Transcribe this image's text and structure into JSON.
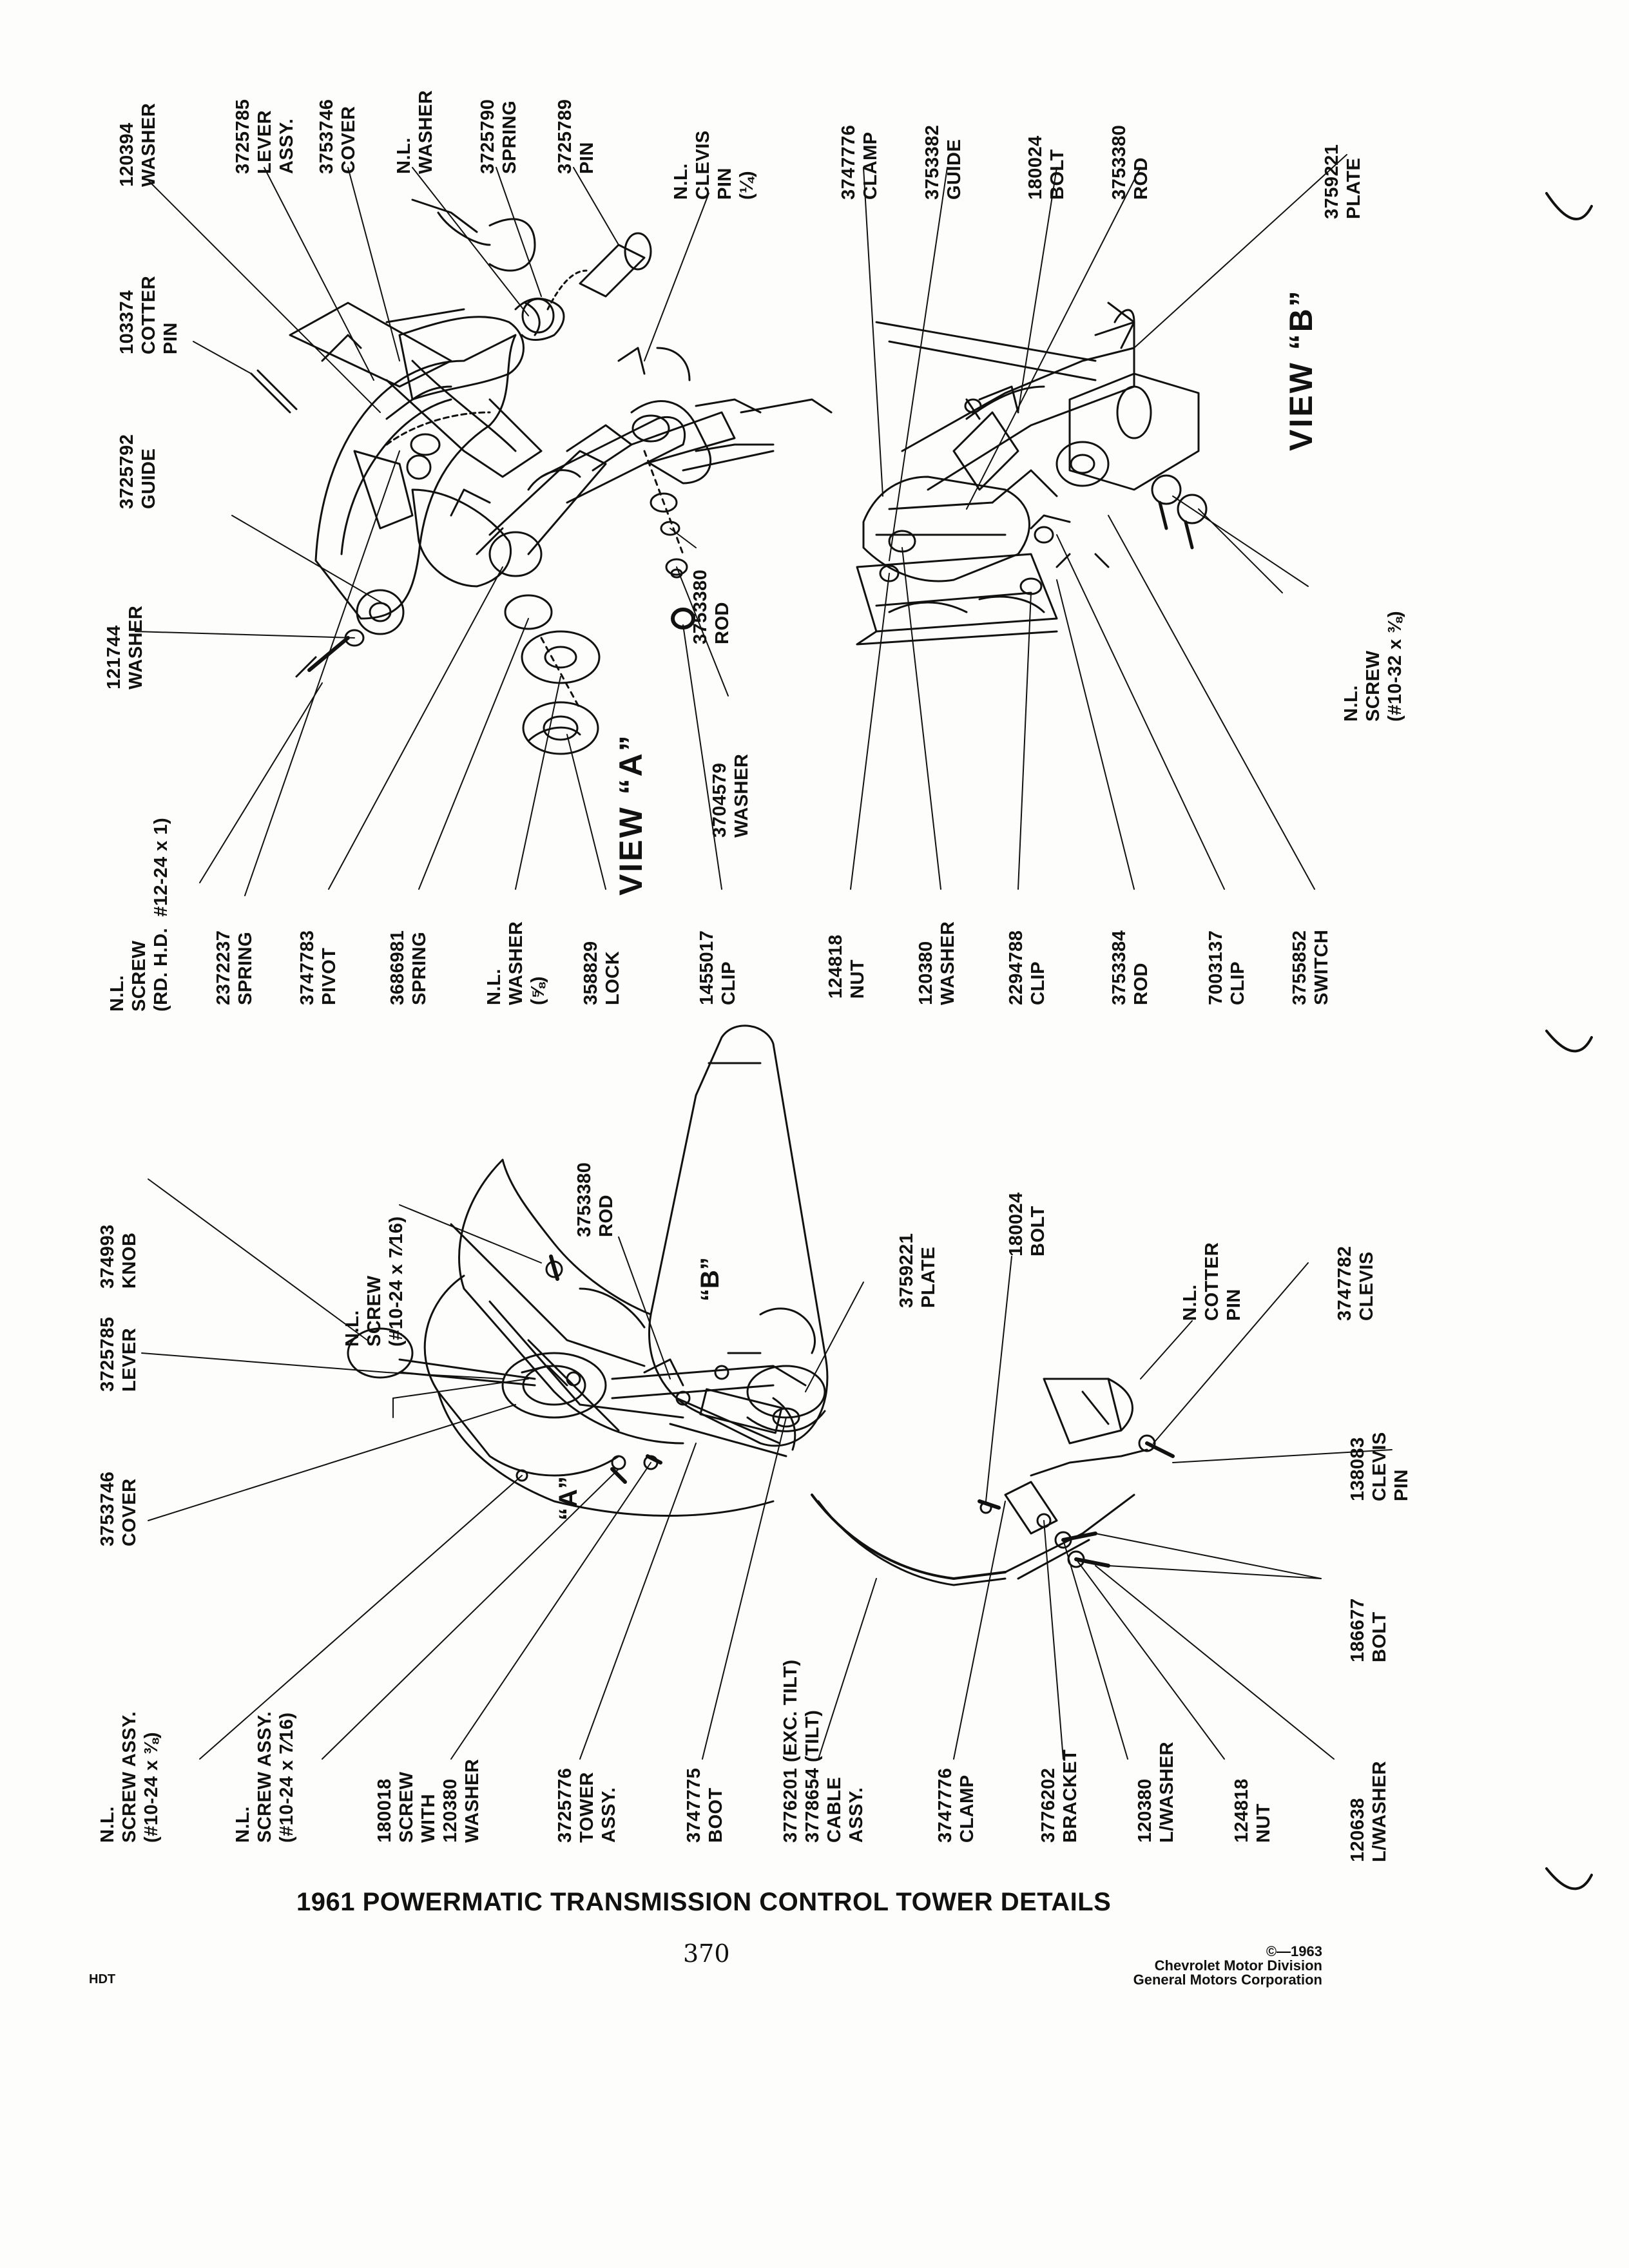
{
  "figure": {
    "title": "1961 POWERMATIC TRANSMISSION CONTROL TOWER DETAILS",
    "page_number": "370",
    "page_prefix": "HDT",
    "copyright": "©—1963\nChevrolet Motor Division\nGeneral Motors Corporation"
  },
  "views": {
    "view_a": "VIEW “A”",
    "view_b": "VIEW “B”"
  },
  "callouts": {
    "a": "“A”",
    "b": "“B”"
  },
  "labels_view_a_top": {
    "l120394": "120394\nWASHER",
    "l3725785": "3725785\nLEVER\nASSY.",
    "l3753746": "3753746\nCOVER",
    "lnl_washer": "N.L.\nWASHER",
    "l3725790": "3725790\nSPRING",
    "l3725789": "3725789\nPIN",
    "lnl_clevis_pin": "N.L.\nCLEVIS\nPIN\n(¼)",
    "l103374": "103374\nCOTTER\nPIN",
    "l3725792": "3725792\nGUIDE",
    "l121744": "121744\nWASHER",
    "l3753380_a": "3753380\nROD",
    "l3704579": "3704579\nWASHER"
  },
  "labels_view_a_bottom": {
    "lnl_screw_rd": "N.L.\nSCREW\n(RD. H.D.  #12-24 x 1)",
    "l2372237": "2372237\nSPRING",
    "l3747783": "3747783\nPIVOT",
    "l3686981": "3686981\nSPRING",
    "lnl_washer_58": "N.L.\nWASHER\n(⅝)",
    "l358829": "358829\nLOCK",
    "l1455017": "1455017\nCLIP"
  },
  "labels_view_b": {
    "l3747776_b": "3747776\nCLAMP",
    "l3753382": "3753382\nGUIDE",
    "l180024_b": "180024\nBOLT",
    "l3753380_b": "3753380\nROD",
    "l3759221_b": "3759221\nPLATE",
    "lnl_screw_1032": "N.L.\nSCREW\n(#10-32 x ⅜)",
    "l124818_b": "124818\nNUT",
    "l120380_b": "120380\nWASHER",
    "l2294788": "2294788\nCLIP",
    "l3753384": "3753384\nROD",
    "l7003137": "7003137\nCLIP",
    "l3755852": "3755852\nSWITCH"
  },
  "labels_tower": {
    "l374993": "374993\nKNOB",
    "l3725785_t": "3725785\nLEVER",
    "l3753746_t": "3753746\nCOVER",
    "lnl_screw_716": "N.L.\nSCREW\n(#10-24 x 7⁄16)",
    "l3753380_t": "3753380\nROD",
    "l3759221_t": "3759221\nPLATE",
    "l180024_t": "180024\nBOLT",
    "lnl_cotter_t": "N.L.\nCOTTER\nPIN",
    "l3747782": "3747782\nCLEVIS",
    "l138083": "138083\nCLEVIS\nPIN",
    "l186677": "186677\nBOLT",
    "l120638": "120638\nL/WASHER"
  },
  "labels_tower_bottom": {
    "lnl_screw_assy_38": "N.L.\nSCREW ASSY.\n(#10-24 x ⅜)",
    "lnl_screw_assy_716": "N.L.\nSCREW ASSY.\n(#10-24 x 7⁄16)",
    "l180018": "180018\nSCREW\nWITH\n120380\nWASHER",
    "l3725776": "3725776\nTOWER\nASSY.",
    "l3747775": "3747775\nBOOT",
    "l3776201": "3776201 (EXC. TILT)\n3778654 (TILT)\nCABLE\nASSY.",
    "l3747776_t": "3747776\nCLAMP",
    "l3776202": "3776202\nBRACKET",
    "l120380_t": "120380\nL/WASHER",
    "l124818_t": "124818\nNUT"
  }
}
